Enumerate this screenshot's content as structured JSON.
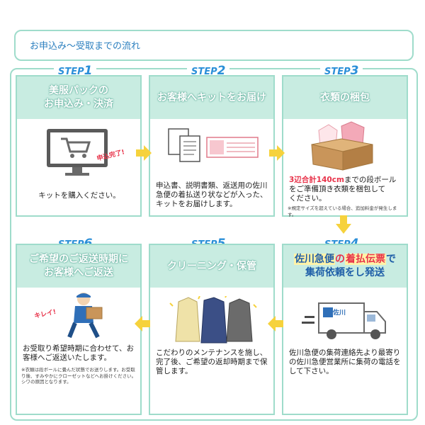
{
  "header": {
    "title": "お申込み～受取までの流れ"
  },
  "steps": [
    {
      "label": "STEP",
      "num": "1",
      "title_line1": "美服パックの",
      "title_line2": "お申込み・決済",
      "text": "キットを購入ください。",
      "sticker": "申込完了!"
    },
    {
      "label": "STEP",
      "num": "2",
      "title_line1": "お客様へキットをお届け",
      "text": "申込書、説明書類、返送用の佐川急便の着払送り状などが入った、キットをお届けします。"
    },
    {
      "label": "STEP",
      "num": "3",
      "title_line1": "衣類の梱包",
      "text_red": "3辺合計140cm",
      "text_rest1": "までの段ボール",
      "text_rest2": "をご準備頂き衣類を梱包して",
      "text_rest3": "ください。",
      "note": "※規定サイズを超えている場合、追加料金が発生します。"
    },
    {
      "label": "STEP",
      "num": "4",
      "title_a": "佐川急便",
      "title_b": "の",
      "title_c": "着払伝票",
      "title_d": "で",
      "title_line2": "集荷依頼をし発送",
      "text": "佐川急便の集荷連絡先より最寄りの佐川急便営業所に集荷の電話をして下さい。",
      "truck_label": "佐川"
    },
    {
      "label": "STEP",
      "num": "5",
      "title_line1": "クリーニング・保管",
      "text": "こだわりのメンテナンスを施し、完了後、ご希望の返却時期まで保管します。"
    },
    {
      "label": "STEP",
      "num": "6",
      "title_line1": "ご希望のご返送時期に",
      "title_line2": "お客様へご返送",
      "text": "お受取り希望時期に合わせて、お客様へご返送いたします。",
      "sticker": "キレイ!",
      "note": "※衣類は段ボールに畳んだ状態でお送りします。お受取り後、すみやかにクローゼットなどへお掛けください。シワの原因となります。"
    }
  ],
  "colors": {
    "accent": "#9fdccb",
    "head_bg": "#c8ece1",
    "step_blue": "#2b8fd8",
    "arrow": "#f6d23c",
    "red": "#e8334a"
  }
}
